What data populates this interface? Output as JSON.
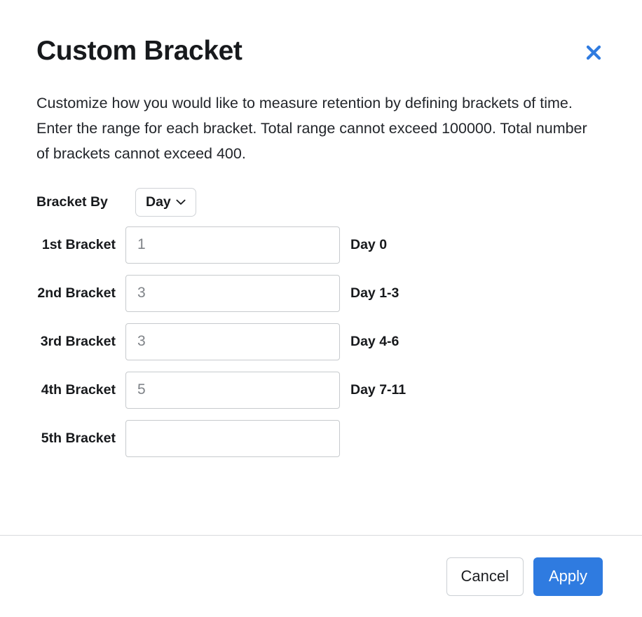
{
  "dialog": {
    "title": "Custom Bracket",
    "close_icon": "close-icon",
    "description": "Customize how you would like to measure retention by defining brackets of time. Enter the range for each bracket. Total range cannot exceed 100000. Total number of brackets cannot exceed 400."
  },
  "form": {
    "bracket_by": {
      "label": "Bracket By",
      "selected": "Day",
      "chevron_icon": "chevron-down-icon"
    },
    "rows": [
      {
        "label": "1st Bracket",
        "value": "",
        "placeholder": "1",
        "range": "Day 0"
      },
      {
        "label": "2nd Bracket",
        "value": "",
        "placeholder": "3",
        "range": "Day 1-3"
      },
      {
        "label": "3rd Bracket",
        "value": "",
        "placeholder": "3",
        "range": "Day 4-6"
      },
      {
        "label": "4th Bracket",
        "value": "",
        "placeholder": "5",
        "range": "Day 7-11"
      },
      {
        "label": "5th Bracket",
        "value": "",
        "placeholder": "",
        "range": ""
      }
    ]
  },
  "footer": {
    "cancel_label": "Cancel",
    "apply_label": "Apply"
  },
  "colors": {
    "accent": "#2f7be0",
    "text": "#17191c",
    "border": "#c7cacd",
    "divider": "#d8dadd"
  }
}
